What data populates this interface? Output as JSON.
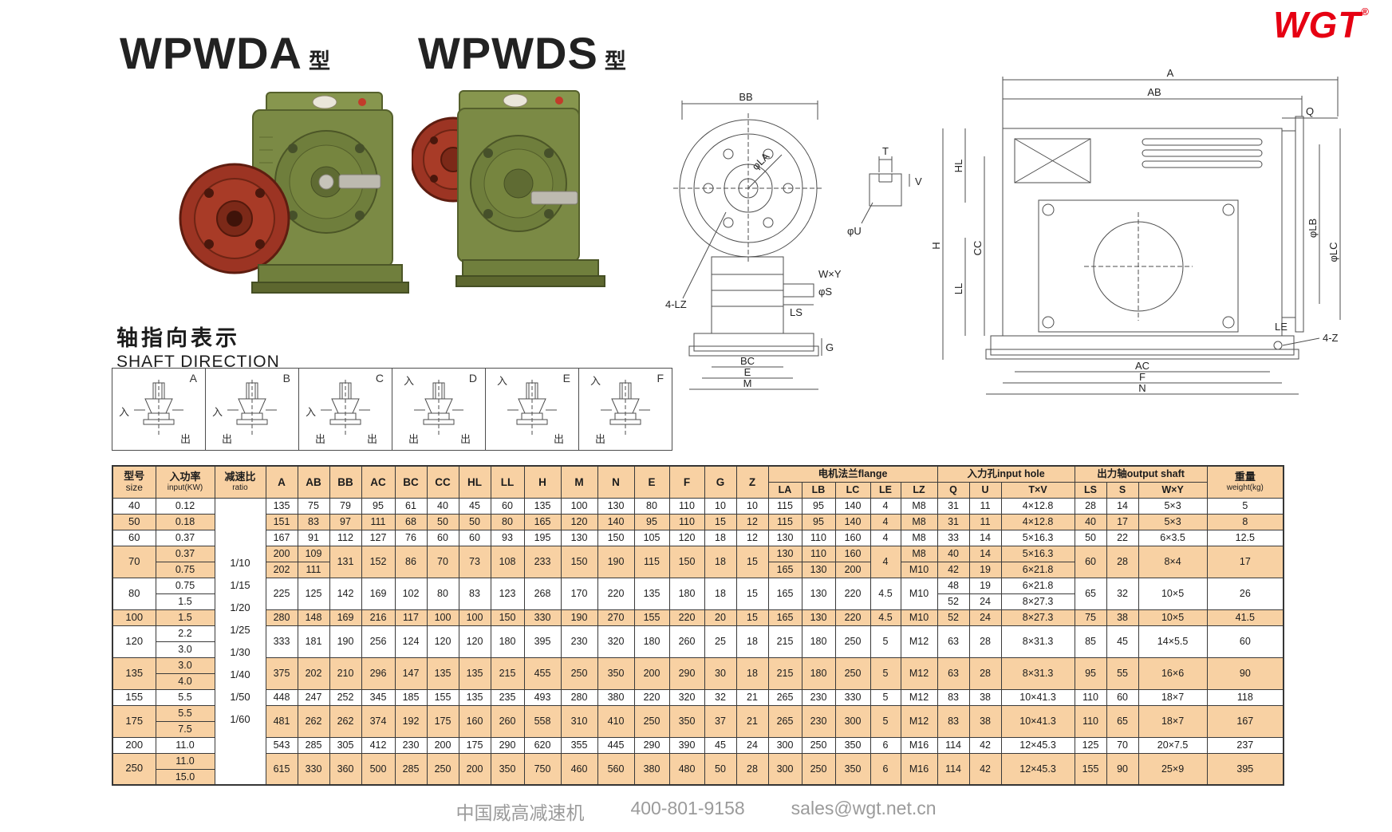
{
  "page": {
    "title_a": "WPWDA",
    "title_a_suffix": "型",
    "title_b": "WPWDS",
    "title_b_suffix": "型",
    "logo": "WGT",
    "logo_reg": "®"
  },
  "shaft_direction": {
    "heading_cn": "轴指向表示",
    "heading_en": "SHAFT DIRECTION",
    "cells": [
      {
        "letter": "A",
        "labels": [
          {
            "text": "入",
            "pos": "ml"
          },
          {
            "text": "出",
            "pos": "br"
          }
        ]
      },
      {
        "letter": "B",
        "labels": [
          {
            "text": "入",
            "pos": "ml"
          },
          {
            "text": "出",
            "pos": "bl"
          }
        ]
      },
      {
        "letter": "C",
        "labels": [
          {
            "text": "入",
            "pos": "ml"
          },
          {
            "text": "出",
            "pos": "bl"
          },
          {
            "text": "出",
            "pos": "br"
          }
        ]
      },
      {
        "letter": "D",
        "labels": [
          {
            "text": "入",
            "pos": "tl"
          },
          {
            "text": "出",
            "pos": "bl"
          },
          {
            "text": "出",
            "pos": "br"
          }
        ]
      },
      {
        "letter": "E",
        "labels": [
          {
            "text": "入",
            "pos": "tl"
          },
          {
            "text": "出",
            "pos": "br"
          }
        ]
      },
      {
        "letter": "F",
        "labels": [
          {
            "text": "入",
            "pos": "tl"
          },
          {
            "text": "出",
            "pos": "bl"
          }
        ]
      }
    ]
  },
  "drawings": {
    "front": {
      "labels": {
        "bb": "BB",
        "lz": "4-LZ",
        "la": "φLA",
        "wy": "W×Y",
        "s": "φS",
        "ls": "LS",
        "g": "G",
        "bc": "BC",
        "e": "E",
        "m": "M"
      }
    },
    "section": {
      "labels": {
        "t": "T",
        "v": "V",
        "u": "φU"
      }
    },
    "side": {
      "labels": {
        "a": "A",
        "ab": "AB",
        "q": "Q",
        "hl": "HL",
        "cc": "CC",
        "h": "H",
        "ll": "LL",
        "le": "LE",
        "lb": "φLB",
        "lc": "φLC",
        "z4": "4-Z",
        "ac": "AC",
        "f": "F",
        "n": "N"
      }
    }
  },
  "table": {
    "headers": {
      "size_cn": "型号",
      "size_en": "size",
      "power_cn": "入功率",
      "power_en": "input(KW)",
      "ratio_cn": "减速比",
      "ratio_en": "ratio",
      "dims": [
        "A",
        "AB",
        "BB",
        "AC",
        "BC",
        "CC",
        "HL",
        "LL",
        "H",
        "M",
        "N",
        "E",
        "F",
        "G",
        "Z"
      ],
      "flange_group": "电机法兰flange",
      "flange_cols": [
        "LA",
        "LB",
        "LC",
        "LE",
        "LZ"
      ],
      "input_hole_group": "入力孔input hole",
      "input_hole_cols": [
        "Q",
        "U",
        "T×V"
      ],
      "output_shaft_group": "出力轴output shaft",
      "output_shaft_cols": [
        "LS",
        "S",
        "W×Y"
      ],
      "weight_cn": "重量",
      "weight_en": "weight(kg)"
    },
    "ratios": [
      "1/10",
      "1/15",
      "1/20",
      "1/25",
      "1/30",
      "1/40",
      "1/50",
      "1/60"
    ],
    "col_keys": [
      "A",
      "AB",
      "BB",
      "AC",
      "BC",
      "CC",
      "HL",
      "LL",
      "H",
      "M",
      "N",
      "E",
      "F",
      "G",
      "Z",
      "LA",
      "LB",
      "LC",
      "LE",
      "LZ",
      "Q",
      "U",
      "TxV",
      "LS",
      "S",
      "WxY",
      "weight"
    ],
    "rows": [
      {
        "size": "40",
        "shaded": false,
        "powers": [
          "0.12"
        ],
        "cells": {
          "A": "135",
          "AB": "75",
          "BB": "79",
          "AC": "95",
          "BC": "61",
          "CC": "40",
          "HL": "45",
          "LL": "60",
          "H": "135",
          "M": "100",
          "N": "130",
          "E": "80",
          "F": "110",
          "G": "10",
          "Z": "10",
          "LA": "115",
          "LB": "95",
          "LC": "140",
          "LE": "4",
          "LZ": "M8",
          "Q": "31",
          "U": "11",
          "TxV": "4×12.8",
          "LS": "28",
          "S": "14",
          "WxY": "5×3",
          "weight": "5"
        }
      },
      {
        "size": "50",
        "shaded": true,
        "powers": [
          "0.18"
        ],
        "cells": {
          "A": "151",
          "AB": "83",
          "BB": "97",
          "AC": "111",
          "BC": "68",
          "CC": "50",
          "HL": "50",
          "LL": "80",
          "H": "165",
          "M": "120",
          "N": "140",
          "E": "95",
          "F": "110",
          "G": "15",
          "Z": "12",
          "LA": "115",
          "LB": "95",
          "LC": "140",
          "LE": "4",
          "LZ": "M8",
          "Q": "31",
          "U": "11",
          "TxV": "4×12.8",
          "LS": "40",
          "S": "17",
          "WxY": "5×3",
          "weight": "8"
        }
      },
      {
        "size": "60",
        "shaded": false,
        "powers": [
          "0.37"
        ],
        "cells": {
          "A": "167",
          "AB": "91",
          "BB": "112",
          "AC": "127",
          "BC": "76",
          "CC": "60",
          "HL": "60",
          "LL": "93",
          "H": "195",
          "M": "130",
          "N": "150",
          "E": "105",
          "F": "120",
          "G": "18",
          "Z": "12",
          "LA": "130",
          "LB": "110",
          "LC": "160",
          "LE": "4",
          "LZ": "M8",
          "Q": "33",
          "U": "14",
          "TxV": "5×16.3",
          "LS": "50",
          "S": "22",
          "WxY": "6×3.5",
          "weight": "12.5"
        }
      },
      {
        "size": "70",
        "shaded": true,
        "powers": [
          "0.37",
          "0.75"
        ],
        "cells": {
          "A": [
            "200",
            "202"
          ],
          "AB": [
            "109",
            "111"
          ],
          "BB": "131",
          "AC": "152",
          "BC": "86",
          "CC": "70",
          "HL": "73",
          "LL": "108",
          "H": "233",
          "M": "150",
          "N": "190",
          "E": "115",
          "F": "150",
          "G": "18",
          "Z": "15",
          "LA": [
            "130",
            "165"
          ],
          "LB": [
            "110",
            "130"
          ],
          "LC": [
            "160",
            "200"
          ],
          "LE": "4",
          "LZ": [
            "M8",
            "M10"
          ],
          "Q": [
            "40",
            "42"
          ],
          "U": [
            "14",
            "19"
          ],
          "TxV": [
            "5×16.3",
            "6×21.8"
          ],
          "LS": "60",
          "S": "28",
          "WxY": "8×4",
          "weight": "17"
        }
      },
      {
        "size": "80",
        "shaded": false,
        "powers": [
          "0.75",
          "1.5"
        ],
        "cells": {
          "A": "225",
          "AB": "125",
          "BB": "142",
          "AC": "169",
          "BC": "102",
          "CC": "80",
          "HL": "83",
          "LL": "123",
          "H": "268",
          "M": "170",
          "N": "220",
          "E": "135",
          "F": "180",
          "G": "18",
          "Z": "15",
          "LA": "165",
          "LB": "130",
          "LC": "220",
          "LE": "4.5",
          "LZ": "M10",
          "Q": [
            "48",
            "52"
          ],
          "U": [
            "19",
            "24"
          ],
          "TxV": [
            "6×21.8",
            "8×27.3"
          ],
          "LS": "65",
          "S": "32",
          "WxY": "10×5",
          "weight": "26"
        }
      },
      {
        "size": "100",
        "shaded": true,
        "powers": [
          "1.5"
        ],
        "cells": {
          "A": "280",
          "AB": "148",
          "BB": "169",
          "AC": "216",
          "BC": "117",
          "CC": "100",
          "HL": "100",
          "LL": "150",
          "H": "330",
          "M": "190",
          "N": "270",
          "E": "155",
          "F": "220",
          "G": "20",
          "Z": "15",
          "LA": "165",
          "LB": "130",
          "LC": "220",
          "LE": "4.5",
          "LZ": "M10",
          "Q": "52",
          "U": "24",
          "TxV": "8×27.3",
          "LS": "75",
          "S": "38",
          "WxY": "10×5",
          "weight": "41.5"
        }
      },
      {
        "size": "120",
        "shaded": false,
        "powers": [
          "2.2",
          "3.0"
        ],
        "cells": {
          "A": "333",
          "AB": "181",
          "BB": "190",
          "AC": "256",
          "BC": "124",
          "CC": "120",
          "HL": "120",
          "LL": "180",
          "H": "395",
          "M": "230",
          "N": "320",
          "E": "180",
          "F": "260",
          "G": "25",
          "Z": "18",
          "LA": "215",
          "LB": "180",
          "LC": "250",
          "LE": "5",
          "LZ": "M12",
          "Q": "63",
          "U": "28",
          "TxV": "8×31.3",
          "LS": "85",
          "S": "45",
          "WxY": "14×5.5",
          "weight": "60"
        }
      },
      {
        "size": "135",
        "shaded": true,
        "powers": [
          "3.0",
          "4.0"
        ],
        "cells": {
          "A": "375",
          "AB": "202",
          "BB": "210",
          "AC": "296",
          "BC": "147",
          "CC": "135",
          "HL": "135",
          "LL": "215",
          "H": "455",
          "M": "250",
          "N": "350",
          "E": "200",
          "F": "290",
          "G": "30",
          "Z": "18",
          "LA": "215",
          "LB": "180",
          "LC": "250",
          "LE": "5",
          "LZ": "M12",
          "Q": "63",
          "U": "28",
          "TxV": "8×31.3",
          "LS": "95",
          "S": "55",
          "WxY": "16×6",
          "weight": "90"
        }
      },
      {
        "size": "155",
        "shaded": false,
        "powers": [
          "5.5"
        ],
        "cells": {
          "A": "448",
          "AB": "247",
          "BB": "252",
          "AC": "345",
          "BC": "185",
          "CC": "155",
          "HL": "135",
          "LL": "235",
          "H": "493",
          "M": "280",
          "N": "380",
          "E": "220",
          "F": "320",
          "G": "32",
          "Z": "21",
          "LA": "265",
          "LB": "230",
          "LC": "330",
          "LE": "5",
          "LZ": "M12",
          "Q": "83",
          "U": "38",
          "TxV": "10×41.3",
          "LS": "110",
          "S": "60",
          "WxY": "18×7",
          "weight": "118"
        }
      },
      {
        "size": "175",
        "shaded": true,
        "powers": [
          "5.5",
          "7.5"
        ],
        "cells": {
          "A": "481",
          "AB": "262",
          "BB": "262",
          "AC": "374",
          "BC": "192",
          "CC": "175",
          "HL": "160",
          "LL": "260",
          "H": "558",
          "M": "310",
          "N": "410",
          "E": "250",
          "F": "350",
          "G": "37",
          "Z": "21",
          "LA": "265",
          "LB": "230",
          "LC": "300",
          "LE": "5",
          "LZ": "M12",
          "Q": "83",
          "U": "38",
          "TxV": "10×41.3",
          "LS": "110",
          "S": "65",
          "WxY": "18×7",
          "weight": "167"
        }
      },
      {
        "size": "200",
        "shaded": false,
        "powers": [
          "11.0"
        ],
        "cells": {
          "A": "543",
          "AB": "285",
          "BB": "305",
          "AC": "412",
          "BC": "230",
          "CC": "200",
          "HL": "175",
          "LL": "290",
          "H": "620",
          "M": "355",
          "N": "445",
          "E": "290",
          "F": "390",
          "G": "45",
          "Z": "24",
          "LA": "300",
          "LB": "250",
          "LC": "350",
          "LE": "6",
          "LZ": "M16",
          "Q": "114",
          "U": "42",
          "TxV": "12×45.3",
          "LS": "125",
          "S": "70",
          "WxY": "20×7.5",
          "weight": "237"
        }
      },
      {
        "size": "250",
        "shaded": true,
        "powers": [
          "11.0",
          "15.0"
        ],
        "cells": {
          "A": "615",
          "AB": "330",
          "BB": "360",
          "AC": "500",
          "BC": "285",
          "CC": "250",
          "HL": "200",
          "LL": "350",
          "H": "750",
          "M": "460",
          "N": "560",
          "E": "380",
          "F": "480",
          "G": "50",
          "Z": "28",
          "LA": "300",
          "LB": "250",
          "LC": "350",
          "LE": "6",
          "LZ": "M16",
          "Q": "114",
          "U": "42",
          "TxV": "12×45.3",
          "LS": "155",
          "S": "90",
          "WxY": "25×9",
          "weight": "395"
        }
      }
    ]
  },
  "footer": {
    "company": "中国威高减速机",
    "phone": "400-801-9158",
    "email": "sales@wgt.net.cn"
  }
}
